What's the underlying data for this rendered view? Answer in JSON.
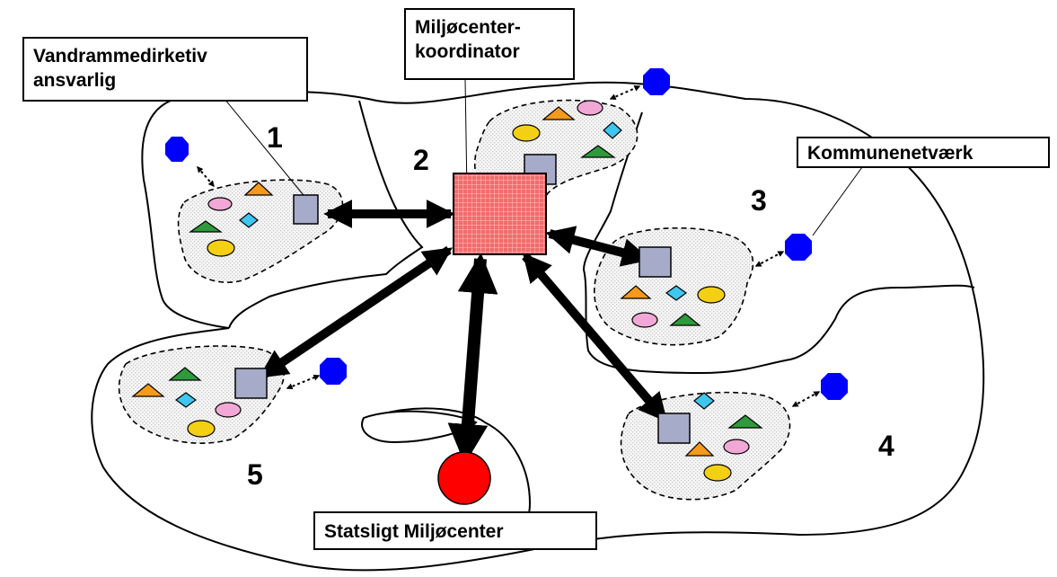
{
  "labels": {
    "water_directive": [
      "Vandrammedirketiv",
      "ansvarlig"
    ],
    "coordinator": [
      "Miljøcenter-",
      "koordinator"
    ],
    "network": [
      "Kommunenetværk"
    ],
    "state_center": [
      "Statsligt Miljøcenter"
    ]
  },
  "regions": [
    "1",
    "2",
    "3",
    "4",
    "5"
  ],
  "colors": {
    "coordinator_fill": "#f36b6b",
    "state_center_fill": "#ff0000",
    "network_node": "#0000ff",
    "municipality": "#a6abc9",
    "triangle_orange": "#f59a1b",
    "triangle_green": "#2e9a3c",
    "ellipse_pink": "#f2a8d6",
    "ellipse_yellow": "#f3d013",
    "diamond_cyan": "#3ec6ef",
    "cluster_fill": "#eeeeee"
  }
}
